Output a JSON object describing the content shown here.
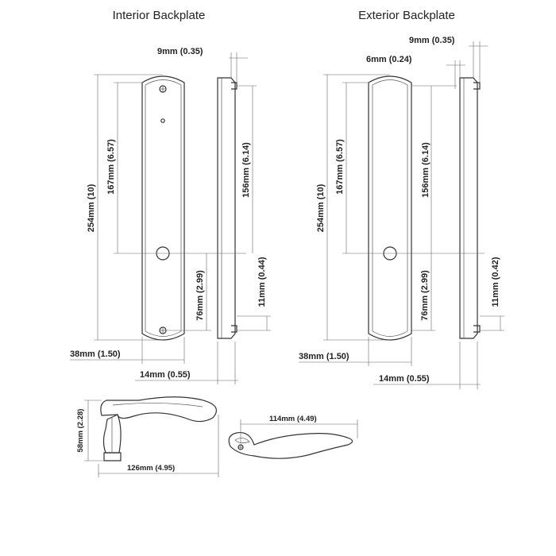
{
  "interior": {
    "title": "Interior Backplate",
    "dims": {
      "thickness": "9mm (0.35)",
      "height": "254mm (10)",
      "top_to_spindle": "167mm (6.57)",
      "screw_spacing": "156mm (6.14)",
      "spindle_to_cylinder": "76mm (2.99)",
      "post_offset": "11mm (0.44)",
      "width": "38mm (1.50)",
      "depth": "14mm (0.55)"
    }
  },
  "exterior": {
    "title": "Exterior Backplate",
    "dims": {
      "thickness": "9mm (0.35)",
      "inner_thickness": "6mm (0.24)",
      "height": "254mm (10)",
      "top_to_spindle": "167mm (6.57)",
      "screw_spacing": "156mm (6.14)",
      "spindle_to_cylinder": "76mm (2.99)",
      "post_offset": "11mm (0.42)",
      "width": "38mm (1.50)",
      "depth": "14mm (0.55)"
    }
  },
  "lever": {
    "height": "58mm (2.28)",
    "length": "126mm (4.95)",
    "reach": "114mm (4.49)"
  }
}
